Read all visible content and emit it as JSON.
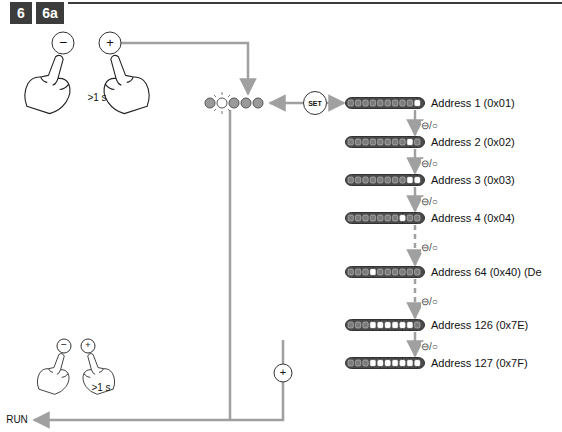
{
  "diagram": {
    "nodes": [
      {
        "text": [
          "SET"
        ]
      },
      {
        "text": [
          "Address 1 (0x01)"
        ]
      },
      {
        "text": [
          "Address 2 (0x02)"
        ]
      },
      {
        "text": [
          "Address 3 (0x03)"
        ]
      },
      {
        "text": [
          "Address 4 (0x04)"
        ]
      },
      {
        "text": [
          "Address 64 (0x40) (De"
        ]
      },
      {
        "text": [
          "Address 126 (0x7E)"
        ]
      },
      {
        "text": [
          "Address 127 (0x7F)"
        ]
      }
    ],
    "edges": [
      {
        "from": 0,
        "to": 1,
        "arrow": "to"
      },
      {
        "from": 1,
        "to": 2,
        "label": "⊖/○",
        "arrow": "to"
      },
      {
        "from": 2,
        "to": 3,
        "label": "⊖/○",
        "arrow": "to"
      },
      {
        "from": 3,
        "to": 4,
        "label": "⊖/○",
        "arrow": "to"
      },
      {
        "from": 4,
        "to": 5,
        "label": "⊖/○",
        "arrow": "to"
      },
      {
        "from": 5,
        "to": 6,
        "label": "⊖/○",
        "arrow": "to"
      },
      {
        "from": 6,
        "to": 7,
        "label": "⊖/○",
        "arrow": "to"
      }
    ],
    "labels": [
      "6",
      "6a",
      "−",
      "+",
      ">1 s",
      "−",
      "+",
      ">1 s",
      "+",
      "RUN"
    ]
  }
}
